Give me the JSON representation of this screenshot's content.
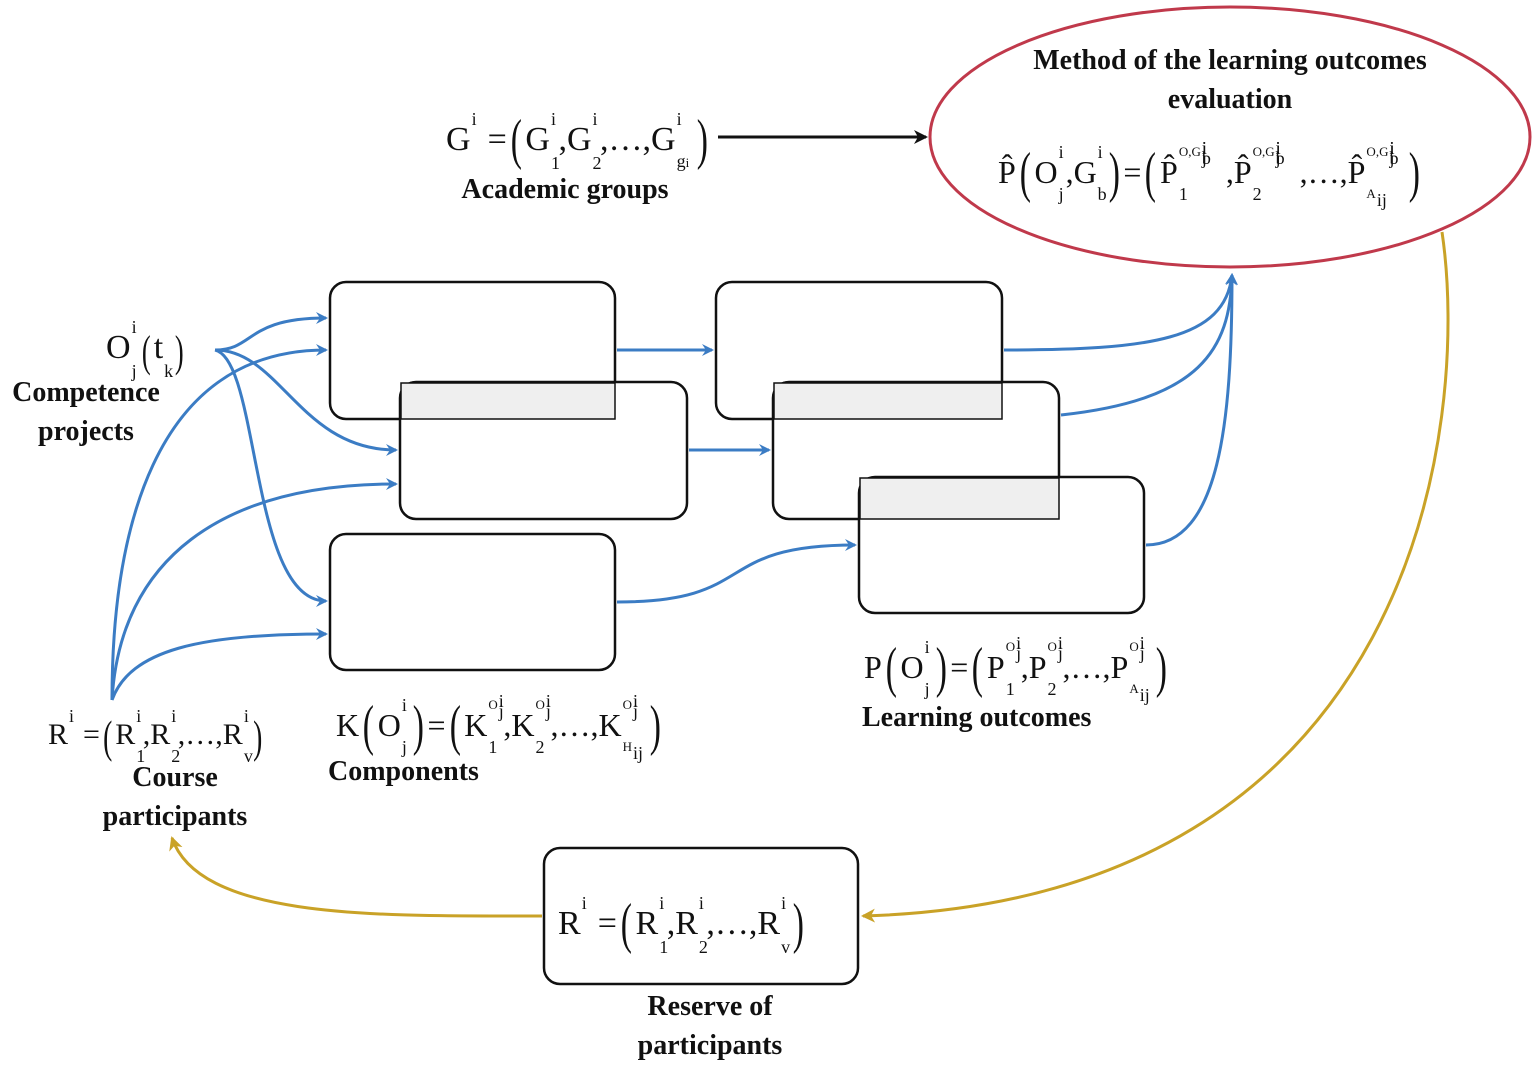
{
  "labels": {
    "method_title_line1": "Method of the learning outcomes",
    "method_title_line2": "evaluation",
    "academic_groups": "Academic groups",
    "competence_projects_line1": "Competence",
    "competence_projects_line2": "projects",
    "course_participants_line1": "Course",
    "course_participants_line2": "participants",
    "components": "Components",
    "learning_outcomes": "Learning outcomes",
    "reserve_line1": "Reserve of",
    "reserve_line2": "participants"
  },
  "formulas": {
    "groups": "Gⁱ = (G₁ⁱ, G₂ⁱ, …, G_gⁱ)",
    "evaluation": "P̂(Oⱼⁱ, G_bⁱ) = (P̂₁, P̂₂, …, P̂_Aij)",
    "project": "Oⱼⁱ(t_k)",
    "participants": "Rⁱ = (R₁ⁱ, R₂ⁱ, …, R_vⁱ)",
    "components": "K(Oⱼⁱ) = (K₁, K₂, …, K_Hij)",
    "outcomes": "P(Oⱼⁱ) = (P₁, P₂, …, P_Aij)",
    "reserve": "Rⁱ = (R₁ⁱ, R₂ⁱ, …, R_vⁱ)"
  },
  "colors": {
    "blue_arrow": "#3b7cc4",
    "gold_arrow": "#c9a227",
    "ellipse_border": "#c0394b",
    "box_border": "#111111",
    "overlap_fill": "#efefef"
  }
}
